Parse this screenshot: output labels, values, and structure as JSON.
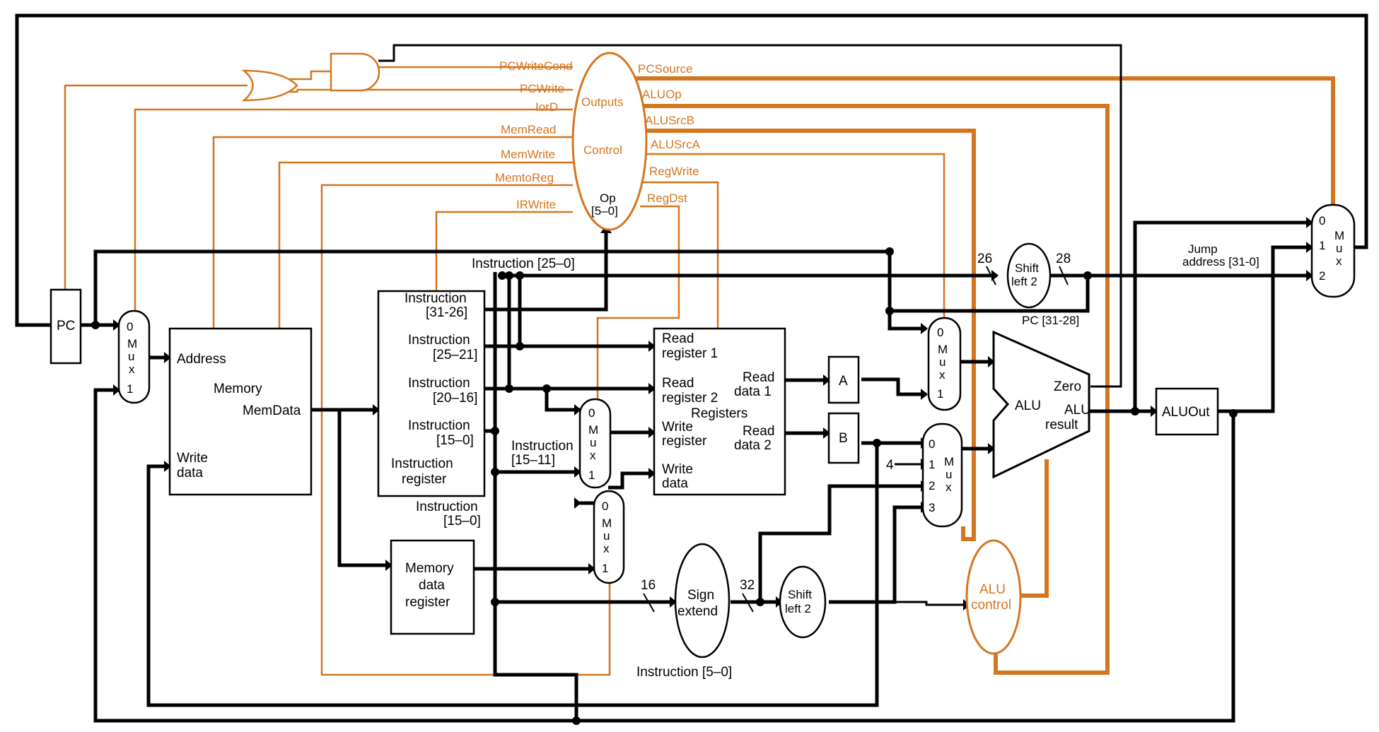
{
  "pc": {
    "label": "PC"
  },
  "mux_labels": {
    "zero": "0",
    "one": "1",
    "two": "2",
    "three": "3",
    "m": "M",
    "u": "u",
    "x": "x"
  },
  "memory": {
    "title": "Memory",
    "address": "Address",
    "memdata": "MemData",
    "write_data_1": "Write",
    "write_data_2": "data"
  },
  "ir": {
    "f1a": "Instruction",
    "f1b": "[31-26]",
    "f2a": "Instruction",
    "f2b": "[25–21]",
    "f3a": "Instruction",
    "f3b": "[20–16]",
    "f4a": "Instruction",
    "f4b": "[15–0]",
    "name1": "Instruction",
    "name2": "register"
  },
  "mdr": {
    "l1": "Memory",
    "l2": "data",
    "l3": "register"
  },
  "regs": {
    "rr1a": "Read",
    "rr1b": "register 1",
    "rr2a": "Read",
    "rr2b": "register 2",
    "title": "Registers",
    "wra": "Write",
    "wrb": "register",
    "wda": "Write",
    "wdb": "data",
    "rd1a": "Read",
    "rd1b": "data 1",
    "rd2a": "Read",
    "rd2b": "data 2"
  },
  "reg_a": "A",
  "reg_b": "B",
  "alu": {
    "label": "ALU",
    "zero": "Zero",
    "result1": "ALU",
    "result2": "result"
  },
  "aluout": "ALUOut",
  "alu_control": {
    "l1": "ALU",
    "l2": "control"
  },
  "sign_extend": {
    "l1": "Sign",
    "l2": "extend"
  },
  "shift1": {
    "l1": "Shift",
    "l2": "left 2"
  },
  "shift2": {
    "l1": "Shift",
    "l2": "left 2"
  },
  "control": {
    "outputs": "Outputs",
    "name": "Control",
    "op1": "Op",
    "op2": "[5–0]"
  },
  "signals_left": [
    "PCWriteCond",
    "PCWrite",
    "IorD",
    "MemRead",
    "MemWrite",
    "MemtoReg",
    "IRWrite"
  ],
  "signals_right": [
    "PCSource",
    "ALUOp",
    "ALUSrcB",
    "ALUSrcA",
    "RegWrite",
    "RegDst"
  ],
  "labels": {
    "instr_25_0": "Instruction [25–0]",
    "instr_15_11a": "Instruction",
    "instr_15_11b": "[15–11]",
    "instr_15_0a": "Instruction",
    "instr_15_0b": "[15–0]",
    "instr_5_0": "Instruction [5–0]",
    "jump1": "Jump",
    "jump2": "address [31-0]",
    "pc_31_28": "PC [31-28]",
    "w26": "26",
    "w28": "28",
    "w16": "16",
    "w32": "32",
    "four": "4"
  },
  "colors": {
    "control": "#d4761f",
    "datapath": "#000000"
  }
}
